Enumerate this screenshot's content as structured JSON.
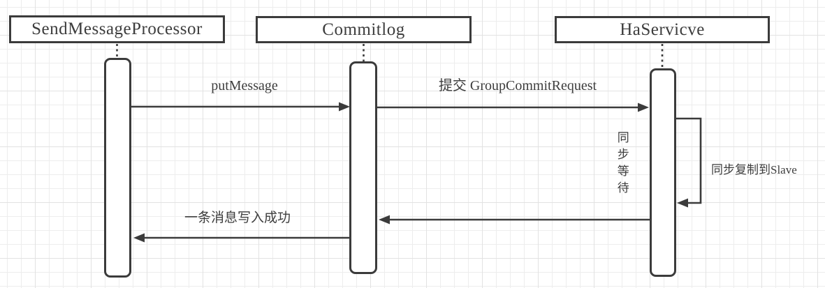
{
  "diagram": {
    "kind": "uml-sequence-diagram",
    "participants": [
      {
        "id": "send-message-processor",
        "label": "SendMessageProcessor"
      },
      {
        "id": "commitlog",
        "label": "Commitlog"
      },
      {
        "id": "ha-servicve",
        "label": "HaServicve"
      }
    ],
    "messages": [
      {
        "from": "SendMessageProcessor",
        "to": "Commitlog",
        "label": "putMessage",
        "direction": "right"
      },
      {
        "from": "Commitlog",
        "to": "HaServicve",
        "label": "提交 GroupCommitRequest",
        "direction": "right"
      },
      {
        "from": "HaServicve",
        "to": "HaServicve",
        "label": "同步复制到Slave",
        "direction": "self"
      },
      {
        "from": "HaServicve",
        "to": "Commitlog",
        "label": "",
        "direction": "left"
      },
      {
        "from": "Commitlog",
        "to": "SendMessageProcessor",
        "label": "一条消息写入成功",
        "direction": "left"
      }
    ],
    "note": {
      "label": "同步等待",
      "orientation": "vertical",
      "near": "HaServicve"
    },
    "colors": {
      "stroke": "#3b3b3b",
      "text": "#3d3d3d",
      "shape_fill": "#ffffff",
      "grid_minor": "#ededed",
      "grid_major": "#e2e2e2",
      "background": "#ffffff"
    }
  }
}
